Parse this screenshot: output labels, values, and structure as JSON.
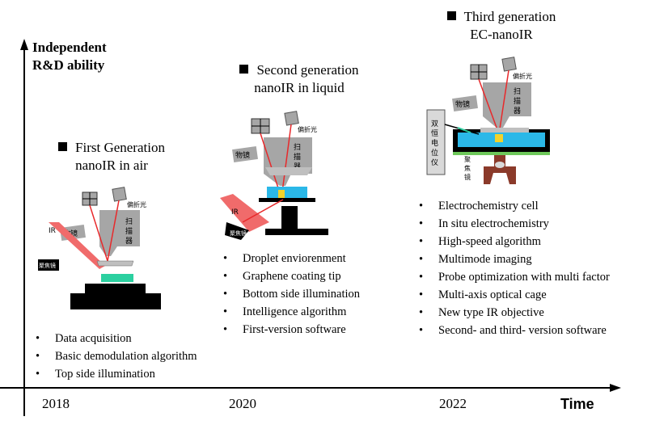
{
  "axes": {
    "y_label_line1": "Independent",
    "y_label_line2": "R&D ability",
    "x_label": "Time",
    "years": [
      "2018",
      "2020",
      "2022"
    ]
  },
  "generations": [
    {
      "title_line1": "First Generation",
      "title_line2": "nanoIR in air",
      "features": [
        "Data acquisition",
        "Basic demodulation algorithm",
        "Top side illumination"
      ],
      "diagram_labels": {
        "polarizer": "偏折光",
        "objective": "物镜",
        "scanner": "扫\n描\n器",
        "ir": "IR",
        "focus_lens": "聚焦镜"
      }
    },
    {
      "title_line1": "Second generation",
      "title_line2": "nanoIR in liquid",
      "features": [
        "Droplet enviorenment",
        "Graphene coating tip",
        "Bottom side illumination",
        "Intelligence algorithm",
        "First-version software"
      ],
      "diagram_labels": {
        "polarizer": "偏折光",
        "objective": "物镜",
        "scanner": "扫\n描\n器",
        "ir": "IR",
        "focus_lens": "聚焦镜"
      }
    },
    {
      "title_line1": "Third  generation",
      "title_line2": "EC-nanoIR",
      "features": [
        "Electrochemistry cell",
        "In situ electrochemistry",
        "High-speed algorithm",
        "Multimode imaging",
        "Probe optimization with multi factor",
        "Multi-axis optical cage",
        "New type IR objective",
        "Second- and third- version software"
      ],
      "diagram_labels": {
        "polarizer": "偏折光",
        "objective": "物镜",
        "scanner": "扫\n描\n器",
        "potentiostat": "双\n恒\n电\n位\n仪",
        "focus_lens": "聚\n焦\n镜"
      }
    }
  ],
  "colors": {
    "gray_block": "#a6a6a6",
    "laser_red": "#e8292b",
    "ir_red": "#f06b6b",
    "cyan_liquid": "#2bb8e8",
    "green_stage": "#6ec85a",
    "brown_objective": "#8b3a2a"
  }
}
